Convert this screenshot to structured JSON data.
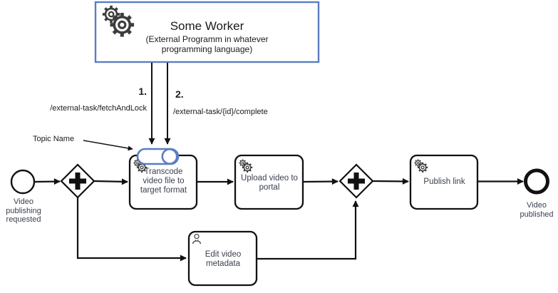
{
  "worker": {
    "title": "Some Worker",
    "subtitle": "(External Programm in whatever\nprogramming language)"
  },
  "api_calls": {
    "step1": {
      "number": "1.",
      "path": "/external-task/fetchAndLock"
    },
    "step2": {
      "number": "2.",
      "path": "/external-task/{id}/complete"
    }
  },
  "topic": {
    "label": "Topic Name"
  },
  "process": {
    "start_event": {
      "label": "Video\npublishing\nrequested"
    },
    "end_event": {
      "label": "Video\npublished"
    },
    "tasks": {
      "transcode": {
        "label": "Transcode\nvideo file to\ntarget format",
        "type": "service"
      },
      "upload": {
        "label": "Upload video to\nportal",
        "type": "service"
      },
      "edit": {
        "label": "Edit video\nmetadata",
        "type": "user"
      },
      "publish": {
        "label": "Publish link",
        "type": "service"
      }
    },
    "gateways": {
      "split": "parallel",
      "join": "parallel"
    }
  },
  "colors": {
    "accent_blue": "#5b7dc1",
    "line": "#111111",
    "label_text": "#3a3f4e"
  }
}
